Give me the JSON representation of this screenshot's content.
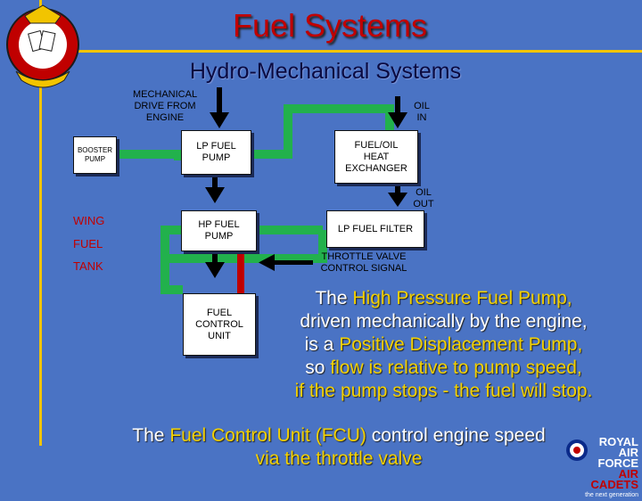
{
  "title": "Fuel Systems",
  "subtitle": "Hydro-Mechanical Systems",
  "diagram": {
    "mechanical_drive": "MECHANICAL DRIVE FROM ENGINE",
    "oil_in": "OIL IN",
    "oil_out": "OIL OUT",
    "booster_pump": "BOOSTER PUMP",
    "lp_fuel_pump": "LP FUEL PUMP",
    "fuel_oil_heat_exchanger": "FUEL/OIL HEAT EXCHANGER",
    "hp_fuel_pump": "HP FUEL PUMP",
    "lp_fuel_filter": "LP FUEL FILTER",
    "throttle_valve_control_signal": "THROTTLE VALVE CONTROL SIGNAL",
    "fuel_control_unit": "FUEL CONTROL UNIT",
    "wing": "WING",
    "fuel": "FUEL",
    "tank": "TANK"
  },
  "paragraph1": {
    "p1a": "The ",
    "p1b": "High Pressure Fuel Pump,",
    "p1c": "driven mechanically by the engine,",
    "p1d": "is a ",
    "p1e": "Positive Displacement Pump,",
    "p1f": "so ",
    "p1g": "flow is relative to pump speed,",
    "p1h": "if the pump stops - the fuel will stop."
  },
  "paragraph2": {
    "p2a": "The ",
    "p2b": "Fuel Control Unit (FCU)",
    "p2c": " control engine speed",
    "p2d": "via the throttle valve"
  },
  "logo": {
    "line1": "ROYAL",
    "line2": "AIR FORCE",
    "line3": "AIR CADETS",
    "line4": "the next generation"
  },
  "colors": {
    "background": "#4a73c4",
    "title": "#c00000",
    "accent": "#f2c400",
    "pipe": "#22b14c",
    "hp_pipe": "#c00000"
  }
}
